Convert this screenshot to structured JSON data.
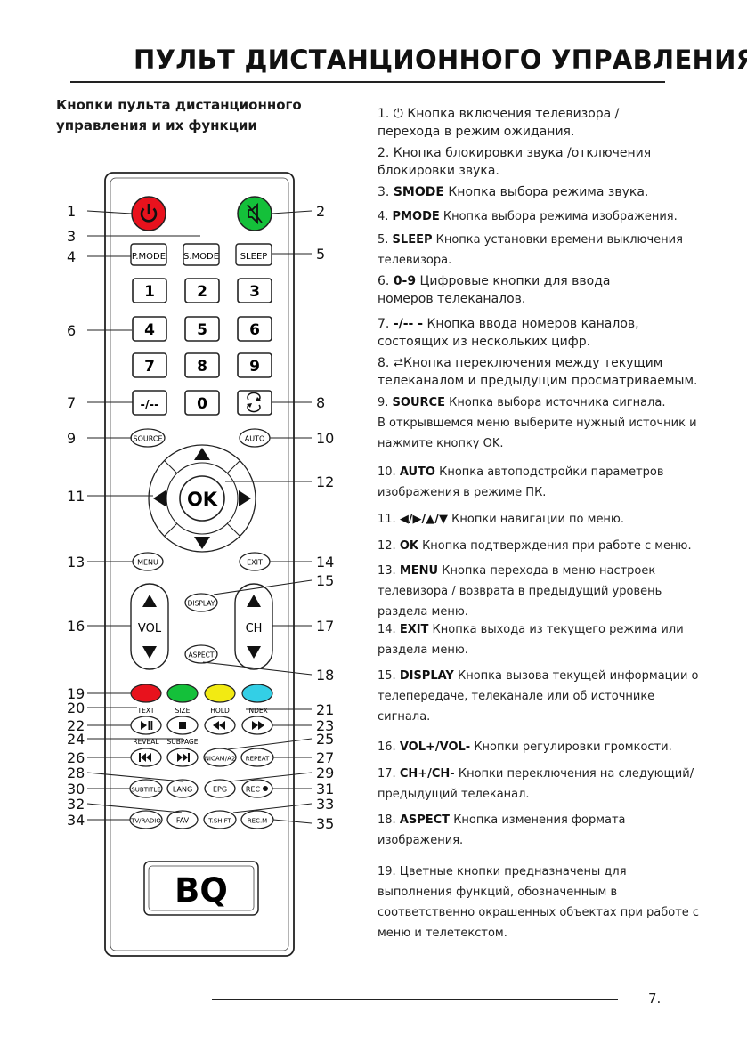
{
  "page": {
    "title": "ПУЛЬТ ДИСТАНЦИОННОГО УПРАВЛЕНИЯ",
    "subtitle_lines": [
      "Кнопки пульта дистанционного",
      "управления и их функции"
    ],
    "page_number": "7."
  },
  "remote": {
    "buttons": {
      "power": "",
      "mute": "",
      "pmode": "P.MODE",
      "smode": "S.MODE",
      "sleep": "SLEEP",
      "d1": "1",
      "d2": "2",
      "d3": "3",
      "d4": "4",
      "d5": "5",
      "d6": "6",
      "d7": "7",
      "d8": "8",
      "d9": "9",
      "dash": "-/--",
      "d0": "0",
      "source": "SOURCE",
      "auto": "AUTO",
      "ok": "OK",
      "menu": "MENU",
      "exit": "EXIT",
      "display": "DISPLAY",
      "aspect": "ASPECT",
      "vol": "VOL",
      "ch": "CH",
      "subtitle": "SUBTITLE",
      "lang": "LANG",
      "epg": "EPG",
      "rec": "REC",
      "tvradio": "TV/RADIO",
      "fav": "FAV",
      "tshift": "T.SHIFT",
      "recm": "REC.M",
      "nicam": "NICAM/A2",
      "repeat": "REPEAT"
    },
    "small_labels": {
      "text": "TEXT",
      "size": "SIZE",
      "hold": "HOLD",
      "index": "INDEX",
      "reveal": "REVEAL",
      "subpage": "SUBPAGE"
    },
    "logo": "BQ",
    "color_keys": [
      "#e8121d",
      "#14c03a",
      "#f2ea12",
      "#33cfe6"
    ],
    "callouts": {
      "c1": "1",
      "c2": "2",
      "c3": "3",
      "c4": "4",
      "c5": "5",
      "c6": "6",
      "c7": "7",
      "c8": "8",
      "c9": "9",
      "c10": "10",
      "c11": "11",
      "c12": "12",
      "c13": "13",
      "c14": "14",
      "c15": "15",
      "c16": "16",
      "c17": "17",
      "c18": "18",
      "c19": "19",
      "c20": "20",
      "c21": "21",
      "c22": "22",
      "c23": "23",
      "c24": "24",
      "c25": "25",
      "c26": "26",
      "c27": "27",
      "c28": "28",
      "c29": "29",
      "c30": "30",
      "c31": "31",
      "c32": "32",
      "c33": "33",
      "c34": "34",
      "c35": "35"
    }
  },
  "legend": [
    {
      "lines": [
        "1.  ⏻ Кнопка включения телевизора /",
        "перехода  в режим ожидания."
      ]
    },
    {
      "lines": [
        "2. Кнопка блокировки звука /отключения",
        "    блокировки звука."
      ]
    },
    {
      "key": "SMODE",
      "lines": [
        "3. SMODE Кнопка выбора режима звука."
      ]
    },
    {
      "key": "PMODE",
      "lines": [
        "4. PMODE Кнопка выбора режима изображения."
      ]
    },
    {
      "key": "SLEEP",
      "lines": [
        "5. SLEEP Кнопка установки времени выключения",
        "телевизора."
      ]
    },
    {
      "key": "0-9",
      "lines": [
        "6. 0-9 Цифровые кнопки для ввода",
        "номеров телеканалов."
      ]
    },
    {
      "key": "-/-- -",
      "lines": [
        " 7. -/-- - Кнопка ввода номеров каналов,",
        "состоящих из нескольких цифр."
      ]
    },
    {
      "lines": [
        "8. ⮂Кнопка переключения между текущим",
        "телеканалом и предыдущим просматриваемым."
      ]
    },
    {
      "key": "SOURCE",
      "lines": [
        "9. SOURCE Кнопка выбора источника сигнала.",
        "В открывшемся меню выберите нужный источник и",
        "нажмите кнопку OK."
      ]
    },
    {
      "key": "AUTO",
      "lines": [
        "10. AUTO Кнопка автоподстройки параметров",
        "изображения в режиме ПК."
      ]
    },
    {
      "key": "◀/▶/▲/▼",
      "lines": [
        "11. ◀/▶/▲/▼ Кнопки навигации по меню."
      ]
    },
    {
      "key": "OK",
      "lines": [
        "12. OK Кнопка подтверждения при работе с меню."
      ]
    },
    {
      "key": "MENU",
      "lines": [
        "13. MENU Кнопка перехода в меню настроек",
        "телевизора / возврата в предыдущий уровень",
        "раздела меню."
      ]
    },
    {
      "key": "EXIT",
      "lines": [
        "14. EXIT Кнопка выхода из текущего режима или",
        "раздела меню."
      ]
    },
    {
      "key": "DISPLAY",
      "lines": [
        "15. DISPLAY Кнопка вызова текущей информации о",
        "телепередаче, телеканале или об источнике",
        "сигнала."
      ]
    },
    {
      "key": "VOL+/VOL-",
      "lines": [
        "16. VOL+/VOL- Кнопки регулировки громкости."
      ]
    },
    {
      "key": "CH+/CH-",
      "lines": [
        "17. CH+/CH- Кнопки переключения на следующий/",
        "предыдущий телеканал."
      ]
    },
    {
      "key": "ASPECT",
      "lines": [
        "18. ASPECT Кнопка изменения формата",
        "изображения."
      ]
    },
    {
      "lines": [
        "19.  Цветные кнопки предназначены для",
        "выполнения функций, обозначенным в",
        "соответственно окрашенных объектах при работе с",
        "меню и телетекстом."
      ]
    }
  ]
}
